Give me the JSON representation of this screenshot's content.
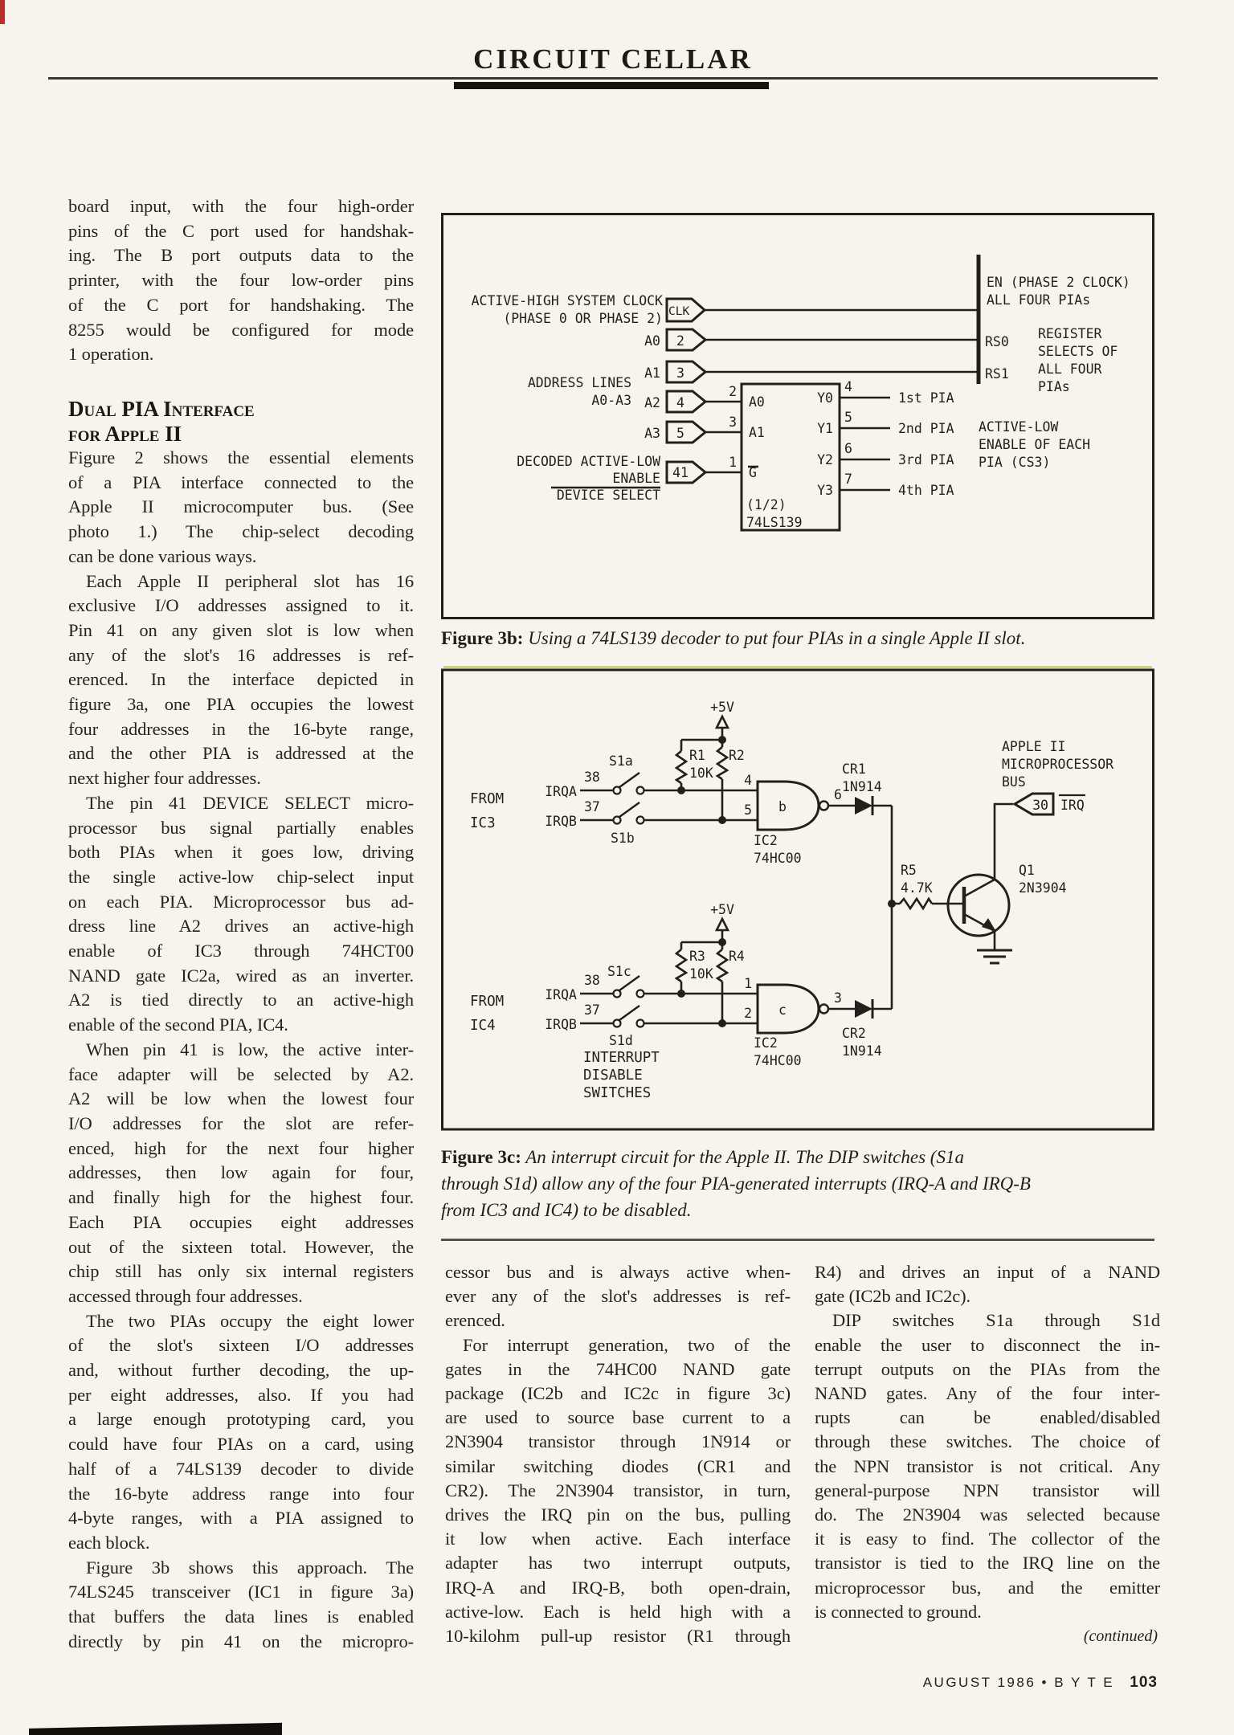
{
  "colors": {
    "paper": "#f7f4ee",
    "ink": "#262119",
    "artifact_green": "#c9cf52",
    "artifact_red": "#b5322b"
  },
  "header": {
    "title": "CIRCUIT CELLAR"
  },
  "columns": {
    "left": {
      "para1": [
        {
          "t": "board input, with the four high-order"
        },
        {
          "t": "pins of the C port used for handshak-"
        },
        {
          "t": "ing. The B port outputs data to the"
        },
        {
          "t": "printer, with the four low-order pins"
        },
        {
          "t": "of the C port for handshaking. The"
        },
        {
          "t": "8255 would be configured for mode"
        },
        {
          "t": "1 operation.",
          "e": 1
        }
      ],
      "heading": {
        "line1": "Dual PIA Interface",
        "line2": "for Apple II"
      },
      "rest": [
        {
          "t": "Figure 2 shows the essential elements"
        },
        {
          "t": "of a PIA interface connected to the"
        },
        {
          "t": "Apple II microcomputer bus. (See"
        },
        {
          "t": "photo 1.) The chip-select decoding"
        },
        {
          "t": "can be done various ways.",
          "e": 1
        },
        {
          "t": "Each Apple II peripheral slot has 16",
          "i": 1
        },
        {
          "t": "exclusive I/O addresses assigned to it."
        },
        {
          "t": "Pin 41 on any given slot is low when"
        },
        {
          "t": "any of the slot's 16 addresses is ref-"
        },
        {
          "t": "erenced. In the interface depicted in"
        },
        {
          "t": "figure 3a, one PIA occupies the lowest"
        },
        {
          "t": "four addresses in the 16-byte range,"
        },
        {
          "t": "and the other PIA is addressed at the"
        },
        {
          "t": "next higher four addresses.",
          "e": 1
        },
        {
          "t": "The pin 41 DEVICE SELECT micro-",
          "i": 1
        },
        {
          "t": "processor bus signal partially enables"
        },
        {
          "t": "both PIAs when it goes low, driving"
        },
        {
          "t": "the single active-low chip-select input"
        },
        {
          "t": "on each PIA. Microprocessor bus ad-"
        },
        {
          "t": "dress line A2 drives an active-high"
        },
        {
          "t": "enable of IC3 through 74HCT00"
        },
        {
          "t": "NAND gate IC2a, wired as an inverter."
        },
        {
          "t": "A2 is tied directly to an active-high"
        },
        {
          "t": "enable of the second PIA, IC4.",
          "e": 1
        },
        {
          "t": "When pin 41 is low, the active inter-",
          "i": 1
        },
        {
          "t": "face adapter will be selected by A2."
        },
        {
          "t": "A2 will be low when the lowest four"
        },
        {
          "t": "I/O addresses for the slot are refer-"
        },
        {
          "t": "enced, high for the next four higher"
        },
        {
          "t": "addresses, then low again for four,"
        },
        {
          "t": "and finally high for the highest four."
        },
        {
          "t": "Each PIA occupies eight addresses"
        },
        {
          "t": "out of the sixteen total. However, the"
        },
        {
          "t": "chip still has only six internal registers"
        },
        {
          "t": "accessed through four addresses.",
          "e": 1
        },
        {
          "t": "The two PIAs occupy the eight lower",
          "i": 1
        },
        {
          "t": "of the slot's sixteen I/O addresses"
        },
        {
          "t": "and, without further decoding, the up-"
        },
        {
          "t": "per eight addresses, also. If you had"
        },
        {
          "t": "a large enough prototyping card, you"
        },
        {
          "t": "could have four PIAs on a card, using"
        },
        {
          "t": "half of a 74LS139 decoder to divide"
        },
        {
          "t": "the 16-byte address range into four"
        },
        {
          "t": "4-byte ranges, with a PIA assigned to"
        },
        {
          "t": "each block.",
          "e": 1
        },
        {
          "t": "Figure 3b shows this approach. The",
          "i": 1
        },
        {
          "t": "74LS245 transceiver (IC1 in figure 3a)"
        },
        {
          "t": "that buffers the data lines is enabled"
        },
        {
          "t": "directly by pin 41 on the micropro-"
        }
      ]
    },
    "middle": [
      {
        "t": "cessor bus and is always active when-"
      },
      {
        "t": "ever any of the slot's addresses is ref-"
      },
      {
        "t": "erenced.",
        "e": 1
      },
      {
        "t": "For interrupt generation, two of the",
        "i": 1
      },
      {
        "t": "gates in the 74HC00 NAND gate"
      },
      {
        "t": "package (IC2b and IC2c in figure 3c)"
      },
      {
        "t": "are used to source base current to a"
      },
      {
        "t": "2N3904 transistor through 1N914 or"
      },
      {
        "t": "similar switching diodes (CR1 and"
      },
      {
        "t": "CR2). The 2N3904 transistor, in turn,"
      },
      {
        "t": "drives the IRQ pin on the bus, pulling"
      },
      {
        "t": "it low when active. Each interface"
      },
      {
        "t": "adapter has two interrupt outputs,"
      },
      {
        "t": "IRQ-A and IRQ-B, both open-drain,"
      },
      {
        "t": "active-low. Each is held high with a"
      },
      {
        "t": "10-kilohm pull-up resistor (R1 through"
      }
    ],
    "right": [
      {
        "t": "R4) and drives an input of a NAND"
      },
      {
        "t": "gate (IC2b and IC2c).",
        "e": 1
      },
      {
        "t": "DIP switches S1a through S1d",
        "i": 1
      },
      {
        "t": "enable the user to disconnect the in-"
      },
      {
        "t": "terrupt outputs on the PIAs from the"
      },
      {
        "t": "NAND gates. Any of the four inter-"
      },
      {
        "t": "rupts can be enabled/disabled"
      },
      {
        "t": "through these switches. The choice of"
      },
      {
        "t": "the NPN transistor is not critical. Any"
      },
      {
        "t": "general-purpose NPN transistor will"
      },
      {
        "t": "do. The 2N3904 was selected because"
      },
      {
        "t": "it is easy to find. The collector of the"
      },
      {
        "t": "transistor is tied to the IRQ line on the"
      },
      {
        "t": "microprocessor bus, and the emitter"
      },
      {
        "t": "is connected to ground.",
        "e": 1
      }
    ]
  },
  "fig3b": {
    "caption_label": "Figure 3b:",
    "caption_text": " Using a 74LS139 decoder to put four PIAs in a single Apple II slot.",
    "labels": {
      "clock1": "ACTIVE-HIGH SYSTEM CLOCK",
      "clock2": "(PHASE 0 OR PHASE 2)",
      "clk": "CLK",
      "a0": "A0",
      "a1": "A1",
      "a2": "A2",
      "a3": "A3",
      "addr1": "ADDRESS LINES",
      "addr2": "A0-A3",
      "n2": "2",
      "n3": "3",
      "n4": "4",
      "n5": "5",
      "n41": "41",
      "pin2": "2",
      "pin3": "3",
      "pin1": "1",
      "dec1": "DECODED ACTIVE-LOW",
      "dec2": "ENABLE",
      "dec3": "DEVICE SELECT",
      "ic_a0": "A0",
      "ic_a1": "A1",
      "ic_g": "G",
      "y0": "Y0",
      "y1": "Y1",
      "y2": "Y2",
      "y3": "Y3",
      "half": "(1/2)",
      "chip": "74LS139",
      "p4": "4",
      "p5": "5",
      "p6": "6",
      "p7": "7",
      "pia1": "1st PIA",
      "pia2": "2nd PIA",
      "pia3": "3rd PIA",
      "pia4": "4th PIA",
      "en1": "EN (PHASE 2 CLOCK)",
      "en2": "ALL FOUR PIAs",
      "rs0": "RS0",
      "rs1": "RS1",
      "reg1": "REGISTER",
      "reg2": "SELECTS OF",
      "reg3": "ALL FOUR",
      "reg4": "PIAs",
      "al1": "ACTIVE-LOW",
      "al2": "ENABLE OF EACH",
      "al3": "PIA (CS3)"
    }
  },
  "fig3c": {
    "caption_label": "Figure 3c:",
    "caption_line1": " An interrupt circuit for the Apple II. The DIP switches (S1a",
    "caption_line2": "through S1d) allow any of the four PIA-generated interrupts (IRQ-A and IRQ-B",
    "caption_line3": "from IC3 and IC4) to be disabled.",
    "labels": {
      "v5a": "+5V",
      "v5b": "+5V",
      "r1": "R1",
      "r1v": "10K",
      "r2": "R2",
      "r3": "R3",
      "r3v": "10K",
      "r4": "R4",
      "r5": "R5",
      "r5v": "4.7K",
      "s1a": "S1a",
      "s1b": "S1b",
      "s1c": "S1c",
      "s1d": "S1d",
      "irqa1": "IRQA",
      "irqb1": "IRQB",
      "irqa2": "IRQA",
      "irqb2": "IRQB",
      "n38a": "38",
      "n37a": "37",
      "n38b": "38",
      "n37b": "37",
      "from1a": "FROM",
      "from1b": "IC3",
      "from2a": "FROM",
      "from2b": "IC4",
      "p4": "4",
      "p5": "5",
      "p6": "6",
      "p1": "1",
      "p2": "2",
      "p3": "3",
      "gb": "b",
      "gc": "c",
      "ic2a": "IC2",
      "ic2an": "74HC00",
      "ic2b": "IC2",
      "ic2bn": "74HC00",
      "cr1": "CR1",
      "cr1n": "1N914",
      "cr2": "CR2",
      "cr2n": "1N914",
      "q1": "Q1",
      "q1n": "2N3904",
      "bus1": "APPLE II",
      "bus2": "MICROPROCESSOR",
      "bus3": "BUS",
      "n30": "30",
      "irq": "IRQ",
      "int1": "INTERRUPT",
      "int2": "DISABLE",
      "int3": "SWITCHES"
    }
  },
  "footer": {
    "continued": "(continued)",
    "issue": "AUGUST 1986",
    "bullet": "•",
    "magazine": "B Y T E",
    "page_number": "103"
  }
}
